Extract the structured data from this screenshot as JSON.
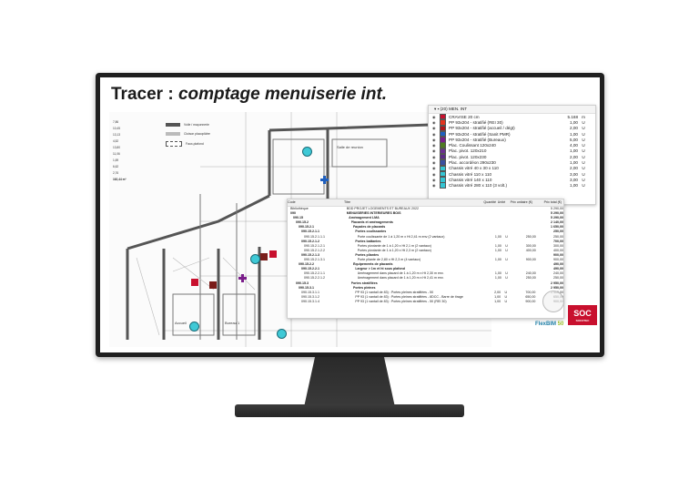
{
  "slide": {
    "title_plain": "Tracer : ",
    "title_italic": "comptage menuiserie int."
  },
  "plan": {
    "legend_values": [
      "7,86",
      "10,45",
      "13,13",
      "4,52",
      "13,80",
      "11,06",
      "1,69",
      "6,62",
      "2,76",
      "162,44 m²"
    ],
    "legend_key": [
      "Voile / maçonnerie",
      "Cloison placoplâtre",
      "Faux-plafond"
    ],
    "room_labels": [
      "Accueil",
      "Bureau 1",
      "Salle de reunion"
    ]
  },
  "layers_panel": {
    "header": "(20) MEN. INT",
    "items": [
      {
        "name": "CRAVISE 20 cm",
        "qty": "5.168",
        "unit": "m",
        "color": "#c8102e"
      },
      {
        "name": "PP 93x204 - stratifié (REI 30)",
        "qty": "1,00",
        "unit": "U",
        "color": "#e2341f"
      },
      {
        "name": "PP 93x204 - stratifié (accueil / dégt)",
        "qty": "2,00",
        "unit": "U",
        "color": "#b0151a"
      },
      {
        "name": "PP 93x204 - stratifié (Sanit PMR)",
        "qty": "1,00",
        "unit": "U",
        "color": "#1e5fbf"
      },
      {
        "name": "PP 93x204 - stratifié (Bureaux)",
        "qty": "5,00",
        "unit": "U",
        "color": "#7a1d8a"
      },
      {
        "name": "Plac. Coulissant 120x240",
        "qty": "4,00",
        "unit": "U",
        "color": "#4f7a21"
      },
      {
        "name": "Plac. pivot. 120x210",
        "qty": "1,00",
        "unit": "U",
        "color": "#6b2f8f"
      },
      {
        "name": "Plac. pivot. 120x230",
        "qty": "2,00",
        "unit": "U",
        "color": "#5d2b86"
      },
      {
        "name": "Plac. accordéon 290x230",
        "qty": "1,00",
        "unit": "U",
        "color": "#3a4fa0"
      },
      {
        "name": "Chassis vitré 40 x 30 x 110",
        "qty": "2,00",
        "unit": "U",
        "color": "#34c5d3"
      },
      {
        "name": "Chassis vitré 110 x 110",
        "qty": "3,00",
        "unit": "U",
        "color": "#34c5d3"
      },
      {
        "name": "Chassis vitré 140 x 110",
        "qty": "3,00",
        "unit": "U",
        "color": "#34c5d3"
      },
      {
        "name": "Chassis vitré 280 x 110 (3 volt.)",
        "qty": "1,00",
        "unit": "U",
        "color": "#34c5d3"
      }
    ]
  },
  "table_panel": {
    "headers": {
      "code": "Code",
      "title": "Titre",
      "qty": "Quantité",
      "unit": "Unité",
      "pu": "Prix unitaire (€)",
      "pt": "Prix total (€)"
    },
    "rows": [
      {
        "code": "Bibliothèque",
        "title": "BDD PROJET LOGEMENTS ET BUREAUX 2022",
        "qty": "",
        "unit": "",
        "pu": "",
        "pt": "5 290,00",
        "bold": false
      },
      {
        "code": "090",
        "title": "MENUISERIES INTERIEURES BOIS",
        "qty": "",
        "unit": "",
        "pu": "",
        "pt": "5 290,00",
        "bold": true
      },
      {
        "code": "090.15",
        "title": "Aménagement LMA",
        "qty": "",
        "unit": "",
        "pu": "",
        "pt": "5 290,00",
        "bold": true
      },
      {
        "code": "090.15.2",
        "title": "Placards et aménagements",
        "qty": "",
        "unit": "",
        "pu": "",
        "pt": "2 140,00",
        "bold": true
      },
      {
        "code": "090.15.2.1",
        "title": "Façades de placards",
        "qty": "",
        "unit": "",
        "pu": "",
        "pt": "1 650,00",
        "bold": true
      },
      {
        "code": "090.15.2.1.1",
        "title": "Portes coulissantes",
        "qty": "",
        "unit": "",
        "pu": "",
        "pt": "250,00",
        "bold": true
      },
      {
        "code": "090.15.2.1.1.1",
        "title": "Porte coulissante de 1 à 1,20 m x Ht 2,41 m env (2 vantaux)",
        "qty": "1,00",
        "unit": "U",
        "pu": "250,00",
        "pt": "250,00",
        "bold": false
      },
      {
        "code": "090.15.2.1.2",
        "title": "Portes battantes",
        "qty": "",
        "unit": "",
        "pu": "",
        "pt": "700,00",
        "bold": true
      },
      {
        "code": "090.15.2.1.2.1",
        "title": "Portes pivotante de 1 à 1,20 x Ht 2,1 m (2 vantaux)",
        "qty": "1,00",
        "unit": "U",
        "pu": "300,00",
        "pt": "300,00",
        "bold": false
      },
      {
        "code": "090.15.2.1.2.2",
        "title": "Portes pivotante de 1 à 1,20 x Ht 2,3 m (2 vantaux)",
        "qty": "1,00",
        "unit": "U",
        "pu": "400,00",
        "pt": "400,00",
        "bold": false
      },
      {
        "code": "090.15.2.1.3",
        "title": "Portes pliantes",
        "qty": "",
        "unit": "",
        "pu": "",
        "pt": "900,00",
        "bold": true
      },
      {
        "code": "090.15.2.1.3.1",
        "title": "Porte pliante de 2,80 x Ht 2,3 m (4 vantaux)",
        "qty": "1,00",
        "unit": "U",
        "pu": "900,00",
        "pt": "900,00",
        "bold": false
      },
      {
        "code": "090.15.2.2",
        "title": "Équipements de placards",
        "qty": "",
        "unit": "",
        "pu": "",
        "pt": "490,00",
        "bold": true
      },
      {
        "code": "090.15.2.2.1",
        "title": "Largeur > 1m et ht sous plafond",
        "qty": "",
        "unit": "",
        "pu": "",
        "pt": "490,00",
        "bold": true
      },
      {
        "code": "090.15.2.2.1.1",
        "title": "Aménagement dans placard de 1 à 1,20 m x Ht 2,30 m env.",
        "qty": "1,00",
        "unit": "U",
        "pu": "240,00",
        "pt": "240,00",
        "bold": false
      },
      {
        "code": "090.15.2.2.1.2",
        "title": "Aménagement dans placard de 1 à 1,20 m x Ht 2,41 m env.",
        "qty": "1,00",
        "unit": "U",
        "pu": "250,00",
        "pt": "250,00",
        "bold": false
      },
      {
        "code": "090.15.3",
        "title": "Portes stratifiées",
        "qty": "",
        "unit": "",
        "pu": "",
        "pt": "2 950,00",
        "bold": true
      },
      {
        "code": "090.15.3.1",
        "title": "Portes pleines",
        "qty": "",
        "unit": "",
        "pu": "",
        "pt": "2 950,00",
        "bold": true
      },
      {
        "code": "090.15.3.1.1",
        "title": "PP 93 (1 vantail de 83) : Portes pleines stratifiées - 50",
        "qty": "2,00",
        "unit": "U",
        "pu": "700,00",
        "pt": "1 400,00",
        "bold": false
      },
      {
        "code": "090.15.3.1.2",
        "title": "PP 93 (1 vantail de 83) : Portes pleines stratifiées - 8DCC - Barre de tirage",
        "qty": "1,00",
        "unit": "U",
        "pu": "650,00",
        "pt": "650,00",
        "bold": false
      },
      {
        "code": "090.15.3.1.4",
        "title": "PP 93 (1 vantail de 83) : Portes pleines stratifiées - 50 (REI 30)",
        "qty": "1,00",
        "unit": "U",
        "pu": "900,00",
        "pt": "900,00",
        "bold": false
      }
    ]
  },
  "logos": {
    "flexbim": "FlexBIM ",
    "flexbim_suffix": "50",
    "soc": "SOC",
    "soc_sub": "SOCOTEC"
  }
}
